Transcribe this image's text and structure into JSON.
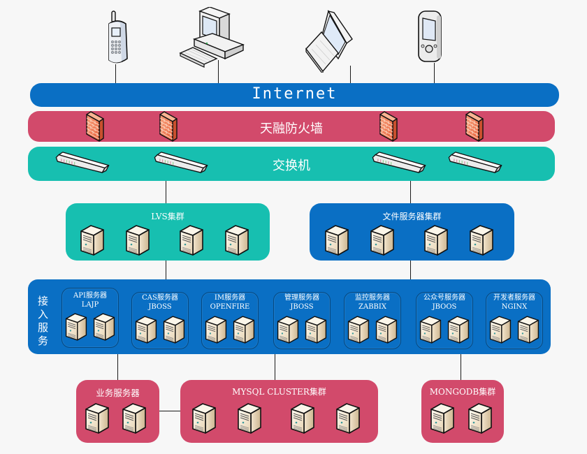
{
  "colors": {
    "background": "#f7f7f7",
    "blue": "#0a6fc4",
    "red": "#d24a6b",
    "teal": "#17bfb0",
    "line": "#1a1a1a"
  },
  "devices": [
    {
      "name": "mobile-phone",
      "icon": "cell-phone-icon"
    },
    {
      "name": "desktop-computer",
      "icon": "desktop-computer-icon"
    },
    {
      "name": "laptop",
      "icon": "laptop-icon"
    },
    {
      "name": "pda",
      "icon": "pda-icon"
    }
  ],
  "layers": {
    "internet": {
      "label": "Internet"
    },
    "firewall": {
      "label": "天融防火墙",
      "icon": "firewall-icon",
      "count": 4
    },
    "switch": {
      "label": "交换机",
      "icon": "switch-icon",
      "count": 4
    }
  },
  "clusters": {
    "lvs": {
      "title": "LVS集群",
      "servers": 4
    },
    "file": {
      "title": "文件服务器集群",
      "servers": 4
    }
  },
  "access": {
    "title": "接入服务",
    "groups": [
      {
        "name": "API服务器",
        "tech": "LAJP",
        "servers": 2
      },
      {
        "name": "CAS服务器",
        "tech": "JBOSS",
        "servers": 2
      },
      {
        "name": "IM服务器",
        "tech": "OPENFIRE",
        "servers": 2
      },
      {
        "name": "管理服务器",
        "tech": "JBOSS",
        "servers": 2
      },
      {
        "name": "监控服务器",
        "tech": "ZABBIX",
        "servers": 2
      },
      {
        "name": "公众号服务器",
        "tech": "JBOOS",
        "servers": 2
      },
      {
        "name": "开发者服务器",
        "tech": "NGINX",
        "servers": 2
      }
    ]
  },
  "backend": {
    "business": {
      "title": "业务服务器",
      "servers": 2
    },
    "mysql": {
      "title": "MYSQL CLUSTER集群",
      "servers": 4
    },
    "mongodb": {
      "title": "MONGODB集群",
      "servers": 2
    }
  }
}
